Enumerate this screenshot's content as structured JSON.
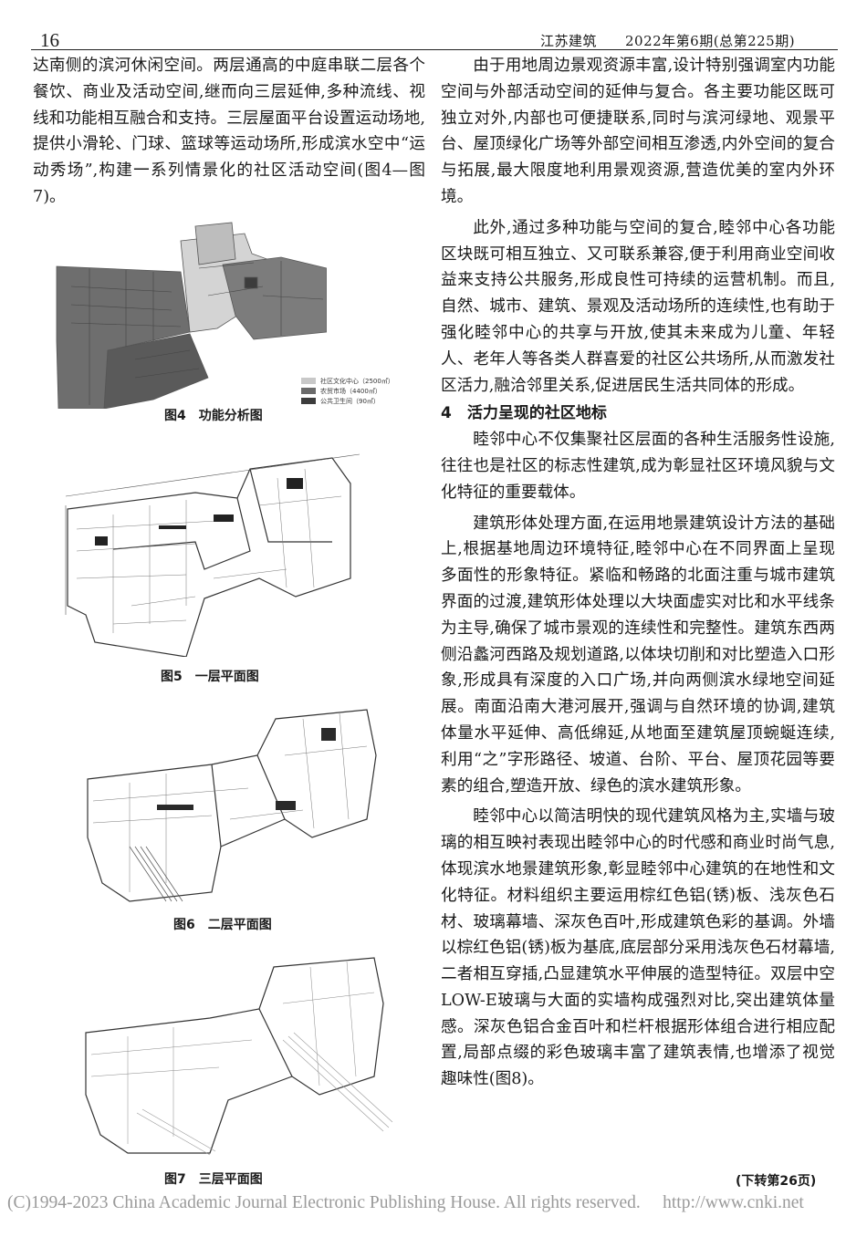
{
  "header": {
    "page_number": "16",
    "journal": "江苏建筑　　2022年第6期(总第225期)"
  },
  "left_column": {
    "paragraph": "达南侧的滨河休闲空间。两层通高的中庭串联二层各个餐饮、商业及活动空间,继而向三层延伸,多种流线、视线和功能相互融合和支持。三层屋面平台设置运动场地,提供小滑轮、门球、篮球等运动场所,形成滨水空中“运动秀场”,构建一系列情景化的社区活动空间(图4—图7)。"
  },
  "figures": {
    "fig4": {
      "caption": "图4　功能分析图",
      "legend": [
        {
          "label": "社区文化中心（2500㎡）",
          "color": "#c8c8c8"
        },
        {
          "label": "农贸市场（4400㎡）",
          "color": "#6a6a6a"
        },
        {
          "label": "公共卫生间（90㎡）",
          "color": "#3c3c3c"
        }
      ]
    },
    "fig5": {
      "caption": "图5　一层平面图"
    },
    "fig6": {
      "caption": "图6　二层平面图"
    },
    "fig7": {
      "caption": "图7　三层平面图"
    }
  },
  "right_column": {
    "p1": "由于用地周边景观资源丰富,设计特别强调室内功能空间与外部活动空间的延伸与复合。各主要功能区既可独立对外,内部也可便捷联系,同时与滨河绿地、观景平台、屋顶绿化广场等外部空间相互渗透,内外空间的复合与拓展,最大限度地利用景观资源,营造优美的室内外环境。",
    "p2": "此外,通过多种功能与空间的复合,睦邻中心各功能区块既可相互独立、又可联系兼容,便于利用商业空间收益来支持公共服务,形成良性可持续的运营机制。而且,自然、城市、建筑、景观及活动场所的连续性,也有助于强化睦邻中心的共享与开放,使其未来成为儿童、年轻人、老年人等各类人群喜爱的社区公共场所,从而激发社区活力,融洽邻里关系,促进居民生活共同体的形成。",
    "section_heading": "4　活力呈现的社区地标",
    "p3": "睦邻中心不仅集聚社区层面的各种生活服务性设施,往往也是社区的标志性建筑,成为彰显社区环境风貌与文化特征的重要载体。",
    "p4": "建筑形体处理方面,在运用地景建筑设计方法的基础上,根据基地周边环境特征,睦邻中心在不同界面上呈现多面性的形象特征。紧临和畅路的北面注重与城市建筑界面的过渡,建筑形体处理以大块面虚实对比和水平线条为主导,确保了城市景观的连续性和完整性。建筑东西两侧沿蠡河西路及规划道路,以体块切削和对比塑造入口形象,形成具有深度的入口广场,并向两侧滨水绿地空间延展。南面沿南大港河展开,强调与自然环境的协调,建筑体量水平延伸、高低绵延,从地面至建筑屋顶蜿蜒连续,利用“之”字形路径、坡道、台阶、平台、屋顶花园等要素的组合,塑造开放、绿色的滨水建筑形象。",
    "p5": "睦邻中心以简洁明快的现代建筑风格为主,实墙与玻璃的相互映衬表现出睦邻中心的时代感和商业时尚气息,体现滨水地景建筑形象,彰显睦邻中心建筑的在地性和文化特征。材料组织主要运用棕红色铝(锈)板、浅灰色石材、玻璃幕墙、深灰色百叶,形成建筑色彩的基调。外墙以棕红色铝(锈)板为基底,底层部分采用浅灰色石材幕墙,二者相互穿插,凸显建筑水平伸展的造型特征。双层中空LOW-E玻璃与大面的实墙构成强烈对比,突出建筑体量感。深灰色铝合金百叶和栏杆根据形体组合进行相应配置,局部点缀的彩色玻璃丰富了建筑表情,也增添了视觉趣味性(图8)。"
  },
  "continued": "(下转第26页)",
  "copyright": "(C)1994-2023 China Academic Journal Electronic Publishing House. All rights reserved.　 http://www.cnki.net"
}
